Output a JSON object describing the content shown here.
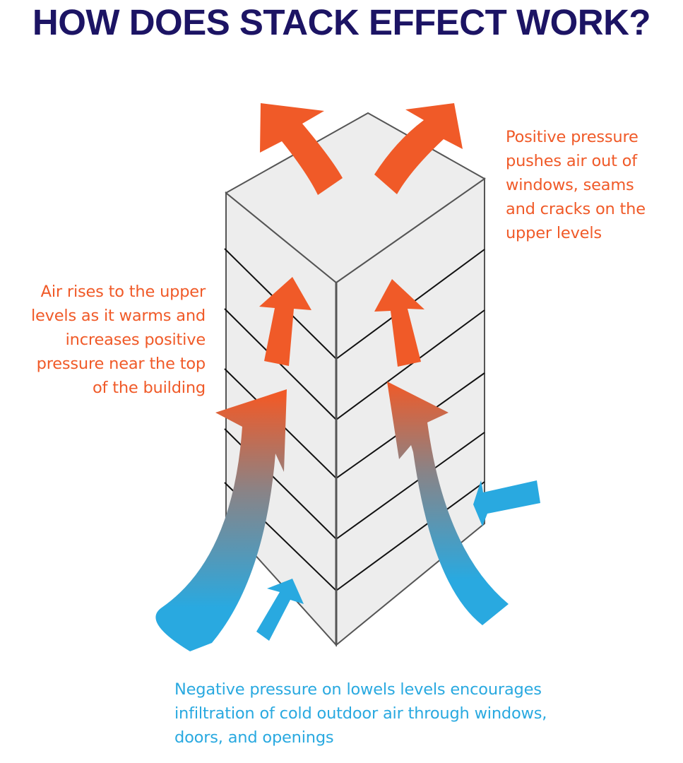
{
  "title": "HOW DOES STACK EFFECT WORK?",
  "colors": {
    "title": "#1c1464",
    "warm": "#f05a28",
    "cold": "#29a9e0",
    "building_fill": "#ededed",
    "building_edge": "#555555",
    "floor_line": "#111111"
  },
  "annotations": {
    "positive_pressure": {
      "lines": [
        "Positive pressure",
        "pushes air out of",
        "windows, seams",
        "and cracks on the",
        "upper levels"
      ]
    },
    "air_rises": {
      "lines": [
        "Air rises to the upper",
        "levels as it warms and",
        "increases positive",
        "pressure near the top",
        "of the building"
      ]
    },
    "negative_pressure": {
      "lines": [
        "Negative pressure on lowels levels encourages",
        "infiltration of cold outdoor air through windows,",
        "doors, and openings"
      ]
    }
  },
  "diagram": {
    "subject": "building",
    "arrows": [
      {
        "name": "exhaust-arrow-left",
        "type": "warm",
        "direction": "up-left"
      },
      {
        "name": "exhaust-arrow-right",
        "type": "warm",
        "direction": "up-right"
      },
      {
        "name": "rising-air-arrow-left",
        "type": "warm",
        "direction": "up"
      },
      {
        "name": "rising-air-arrow-right",
        "type": "warm",
        "direction": "up"
      },
      {
        "name": "warming-flow-arrow-left",
        "type": "gradient",
        "direction": "up"
      },
      {
        "name": "warming-flow-arrow-right",
        "type": "gradient",
        "direction": "up"
      },
      {
        "name": "infiltration-arrow-bottom",
        "type": "cold",
        "direction": "up-right"
      },
      {
        "name": "infiltration-arrow-right",
        "type": "cold",
        "direction": "left"
      }
    ]
  }
}
